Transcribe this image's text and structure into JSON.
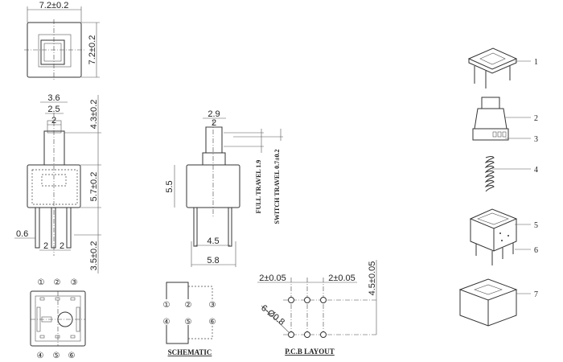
{
  "top_view": {
    "width_dim": "7.2±0.2",
    "height_dim": "7.2±0.2"
  },
  "front_view": {
    "dim_3_6": "3.6",
    "dim_2_5": "2.5",
    "dim_2": "2",
    "dim_4_3": "4.3±0.2",
    "dim_5_7": "5.7±0.2",
    "dim_3_5": "3.5±0.2",
    "dim_0_6": "0.6",
    "pitch_left": "2",
    "pitch_right": "2"
  },
  "side_view": {
    "dim_2_9": "2.9",
    "dim_2": "2",
    "dim_5_5": "5.5",
    "dim_4_5": "4.5",
    "dim_5_8": "5.8",
    "full_travel": "FULL TRAVEL 1.9",
    "switch_travel": "SWITCH TRAVEL 0.7±0.2"
  },
  "schematic": {
    "title": "SCHEMATIC",
    "pins": [
      "①",
      "②",
      "③",
      "④",
      "⑤",
      "⑥"
    ]
  },
  "pcb_layout": {
    "title": "P.C.B LAYOUT",
    "pitch_left": "2±0.05",
    "pitch_right": "2±0.05",
    "row_spacing": "4.5±0.05",
    "holes": "6-Ø0.8"
  },
  "bottom_view": {
    "pins": [
      "①",
      "②",
      "③",
      "④",
      "⑤",
      "⑥"
    ]
  },
  "exploded_view": {
    "part_labels": [
      "1",
      "2",
      "3",
      "4",
      "5",
      "6",
      "7"
    ]
  }
}
